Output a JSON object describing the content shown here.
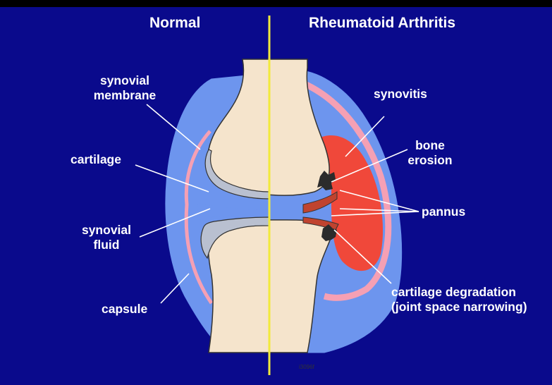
{
  "titles": {
    "left": "Normal",
    "right": "Rheumatoid Arthritis"
  },
  "left_labels": {
    "synovial_membrane": "synovial\nmembrane",
    "cartilage": "cartilage",
    "synovial_fluid": "synovial\nfluid",
    "capsule": "capsule"
  },
  "right_labels": {
    "synovitis": "synovitis",
    "bone_erosion": "bone\nerosion",
    "pannus": "pannus",
    "cartilage_degradation": "cartilage degradation\n(joint space narrowing)"
  },
  "figure_code": "i3096f",
  "colors": {
    "background": "#0a0a8c",
    "capsule": "#6d95ee",
    "bone": "#f5e4cc",
    "cartilage": "#b9c0d0",
    "synovial_membrane": "#f5a0b4",
    "inflammation": "#f0483a",
    "divider": "#f2ea3a"
  }
}
